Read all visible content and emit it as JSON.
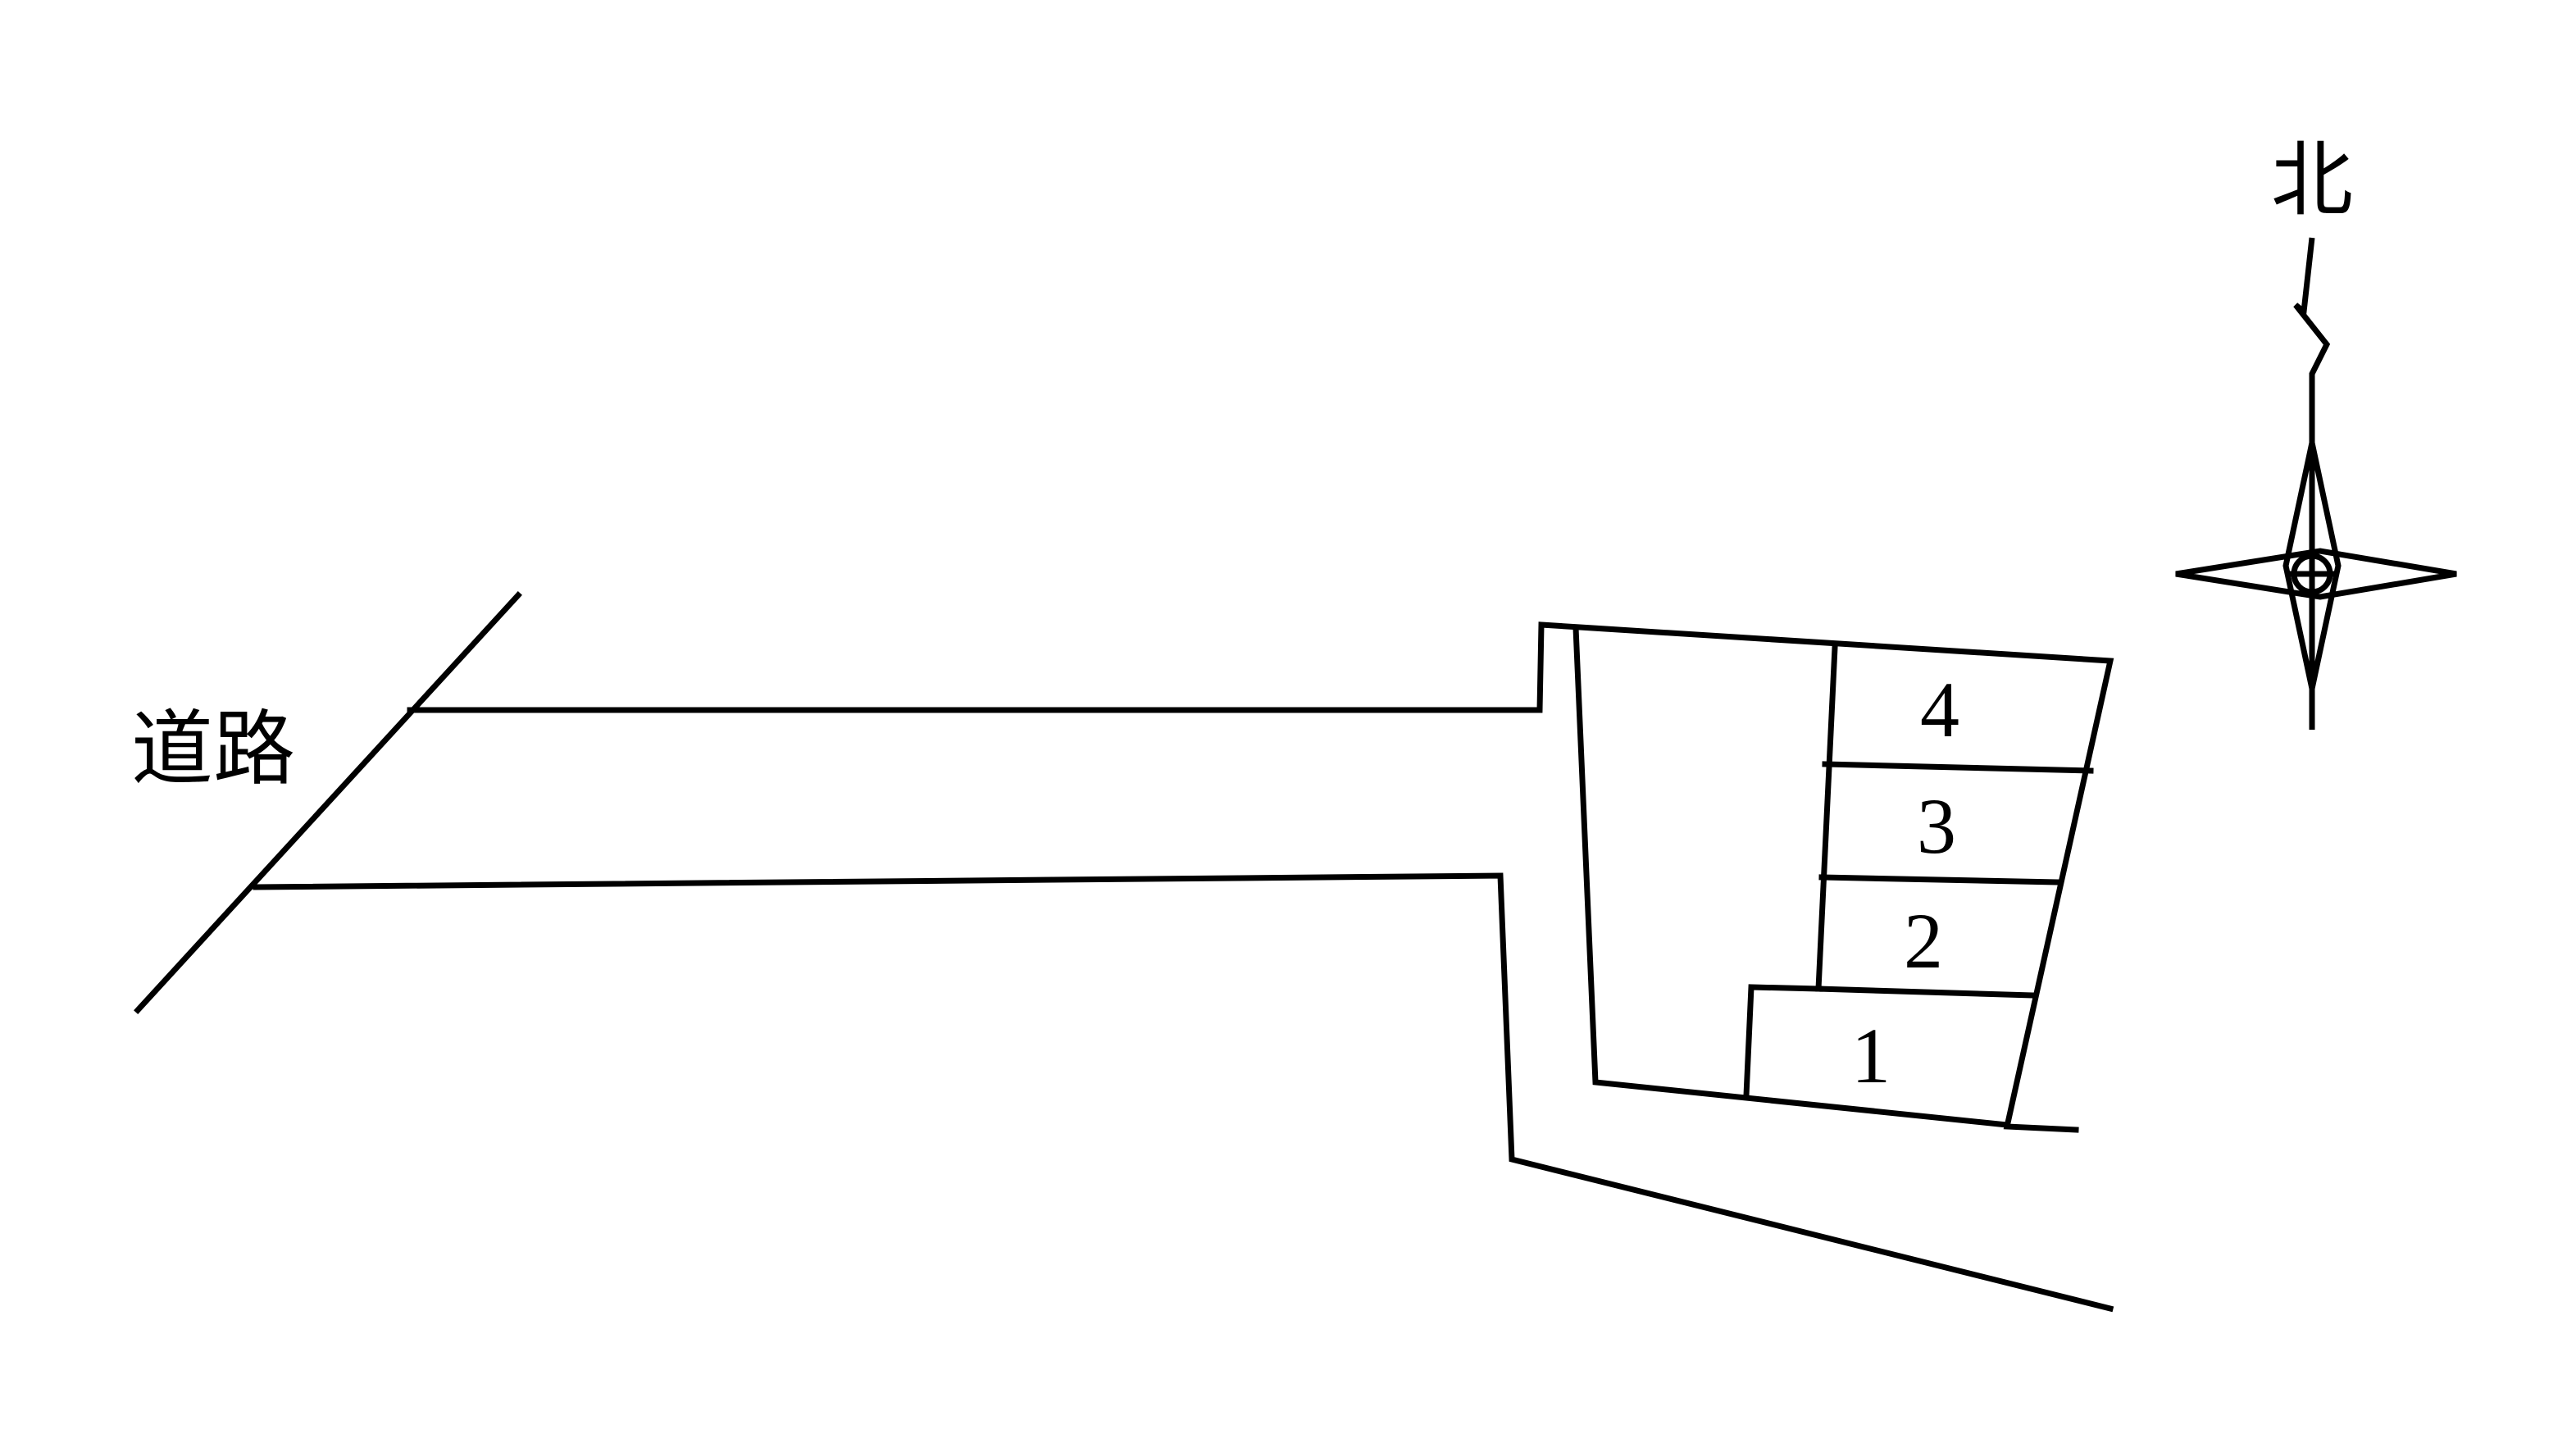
{
  "road": {
    "label": "道路"
  },
  "compass": {
    "north_label": "北",
    "icon": "north-arrow-compass-icon"
  },
  "parking_spaces": [
    {
      "number": "1"
    },
    {
      "number": "2"
    },
    {
      "number": "3"
    },
    {
      "number": "4"
    }
  ],
  "colors": {
    "line": "#000000",
    "background": "#ffffff"
  }
}
